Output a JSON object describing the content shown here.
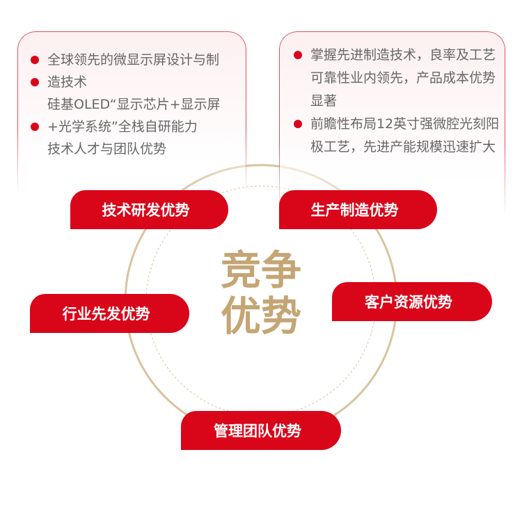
{
  "center_title": [
    "竞争",
    "优势"
  ],
  "tech_card": {
    "items": [
      {
        "bullet": true,
        "text": "全球领先的微显示屏设计与制"
      },
      {
        "bullet": true,
        "text": "造技术"
      },
      {
        "bullet": false,
        "text": "硅基OLED“显示芯片+显示屏"
      },
      {
        "bullet": true,
        "text": "+光学系统”全栈自研能力"
      },
      {
        "bullet": false,
        "text": "技术人才与团队优势"
      }
    ]
  },
  "mfg_card": {
    "items": [
      {
        "bullet": true,
        "text": "掌握先进制造技术，良率及工艺可靠性业内领先，产品成本优势显著"
      },
      {
        "bullet": true,
        "text": "前瞻性布局12英寸强微腔光刻阳极工艺，先进产能规模迅速扩大"
      }
    ]
  },
  "tags": {
    "tech": "技术研发优势",
    "mfg": "生产制造优势",
    "industry": "行业先发优势",
    "customer": "客户资源优势",
    "team": "管理团队优势"
  },
  "colors": {
    "red": "#d9061a",
    "gold": "#c4a574"
  }
}
